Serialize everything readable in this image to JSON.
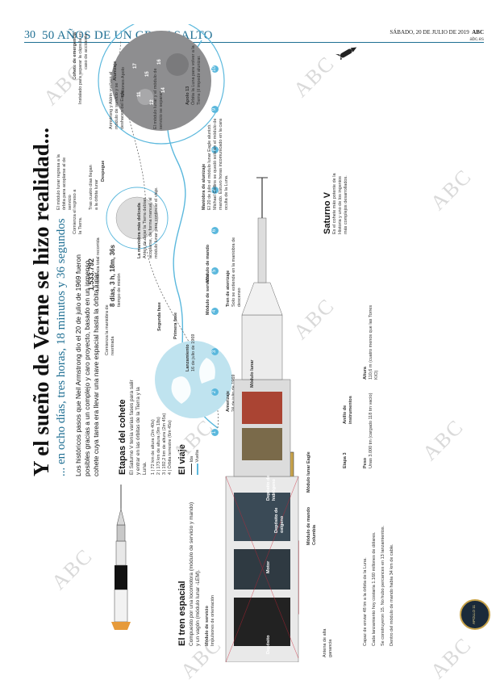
{
  "header": {
    "page_number": "30",
    "section": "50 AÑOS DE UN GRAN SALTO",
    "date": "SÁBADO, 20 DE JULIO DE 2019",
    "brand": "ABC",
    "site": "abc.es"
  },
  "watermark": "ABC",
  "headline": "Y el sueño de Verne se hizo realidad...",
  "subhead": "... en ocho días, tres horas, 18 minutos y 36 segundos",
  "lead": "Los históricos pasos que Neil Armstrong dio el 20 de julio de 1969 fueron posibles gracias a un complejo y caro proyecto, basado en un inmenso cohete cuya tarea era llevar una nave espacial hasta la órbita lunar.",
  "stages": {
    "title": "Etapas del cohete",
    "intro": "El Saturno V tenía varias fases para salir y entrar en las órbitas de la Tierra y la Luna.",
    "items": [
      "1 | 72 km de altura (2m 40s)",
      "2 | 173 km de altura (9m 18s)",
      "3 | 192,2 km de altura (2m 45s)",
      "4 | Órbita terrestre (6m 45s)"
    ]
  },
  "journey": {
    "title": "El viaje",
    "legend_ida": "Ida",
    "legend_vuelta": "Vuelta",
    "launch_label": "Lanzamiento",
    "launch_date": "16 de julio de 1969",
    "first_phase": "Primera fase",
    "second_phase": "Segunda fase",
    "splashdown_label": "Amerizaje",
    "splashdown_date": "24 de julio de 1969",
    "separation_label": "Comienza la maniobra de reentrada",
    "delicate_title": "La maniobra más delicada",
    "delicate_text": "Antes de dejar la Tierra debían acoplarse, de forma manual, al módulo lunar para continuar el viaje.",
    "distance_value": "1.533.792",
    "distance_caption": "km distancia total recorrida",
    "duration_value": "8 días, 3 h, 18m, 36s",
    "duration_caption": "tiempo de misión",
    "return_note": "Comienza el regreso a la Tierra.",
    "three_days": "Tras cuatro días llegan a la órbita lunar",
    "module_return": "El módulo lunar regresa a la órbita para acoplarse al de servicio",
    "takeoff_label": "Despegue",
    "orbit_note": "Armstrong y Aldrin vuelven al módulo de servicio y se deshacen del Eagle.",
    "lunar_module_note": "El módulo lunar y el módulo de servicio se separan.",
    "landing_label": "Alunizaje",
    "moon_numbers": [
      "11",
      "12",
      "14",
      "15",
      "16",
      "17"
    ],
    "moon_apollo": "Misiones Apolo",
    "route_steps": [
      "1",
      "2",
      "3",
      "4",
      "5",
      "6",
      "7",
      "8",
      "9",
      "10"
    ]
  },
  "apollo13": {
    "title": "Apolo 13",
    "text": "Órbita la Luna para volver a la Tierra (il impedir alunizar."
  },
  "landing": {
    "title": "Maniobra de alunizaje",
    "text": "El 20 de julio el módulo lunar Eagle alunizó. Michael Collins se quedó solo en el módulo de mando. Estuvo horas incomunicado en la cara oculta de la Luna."
  },
  "descent": {
    "title": "Tren de aterrizaje",
    "text": "Solo se extiende en la maniobra de descenso"
  },
  "tren": {
    "title": "El tren espacial",
    "text": "Compuesto por una locomotora (módulo de servicio y mando) y un vagón (módulo lunar -LEM).",
    "service_title": "Módulo de servicio",
    "service_text": "Impulsores de orientación",
    "lunar_module": "Módulo lunar Eagle",
    "command_module": "Módulo de mando Columbia",
    "antena": "Antena de alta ganancia"
  },
  "escape": {
    "title": "Cohete de emergencia",
    "text": "Instalado para separar la cápsula en caso de accidente."
  },
  "saturn": {
    "title": "Saturno V",
    "text": "Es el cohete más potente de la Historia y uno de los ingenios más complejos desarrollados.",
    "command": "Módulo de mando",
    "service": "Módulo de servicio",
    "lunar": "Módulo lunar",
    "ring": "Anillo de instrumentos",
    "stage3": "Etapa 3",
    "hydrogen": "Depósito de hidrógeno",
    "oxygen": "Depósito de oxígeno",
    "motor": "Motor",
    "deposit": "Depósito"
  },
  "facts": {
    "height_title": "Altura",
    "height_text": "110,6 m (cuatro menos que las Torres KIO)",
    "weight_title": "Peso",
    "weight_text": "Unas 3.000 tm (cargado 118 tm vacío)",
    "fuel_text": "Dentro del módulo de mando había 34 km de cable.",
    "built_text": "Se construyeron 15. No hubo percances en 13 lanzamientos.",
    "cost_text": "Cada lanzamiento hoy costaría 1.160 millones de dólares.",
    "capacity_text": "Capaz de enviar 48 tm a la órbita de la Luna."
  },
  "badge": {
    "text": "APOLLO 11"
  },
  "colors": {
    "accent": "#1f6f93",
    "route": "#5bb8dd",
    "moon": "#8e8e90",
    "earth": "#bfe3ef"
  }
}
